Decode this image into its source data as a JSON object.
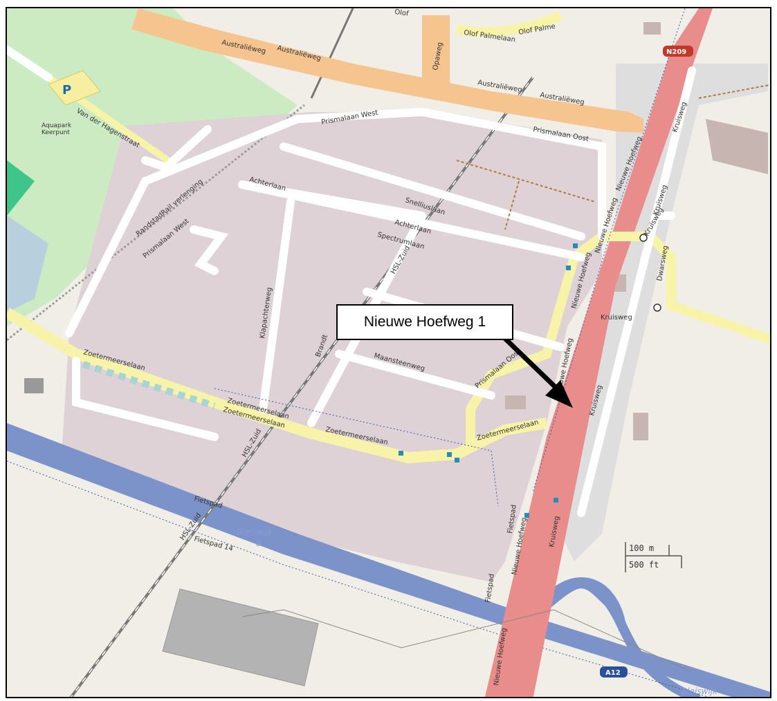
{
  "callout": {
    "label": "Nieuwe Hoefweg 1"
  },
  "scale": {
    "metric": "100 m",
    "imperial": "500 ft"
  },
  "shields": {
    "n209": "N209",
    "a12": "A12"
  },
  "poi": {
    "parking": "P",
    "aquapark_line1": "Aquapark",
    "aquapark_line2": "Keerpunt"
  },
  "water": {
    "bleiswijk_8_line1": "Bleiswijk",
    "bleiswijk_8_line2": "8",
    "bleiswijk": "Bleiswijk"
  },
  "streets": {
    "australieweg": "Australiëweg",
    "olof_palmelaan": "Olof Palmelaan",
    "olof": "Olof",
    "olof_palme": "Olof Palme",
    "opaweg": "Opaweg",
    "prismalaan_west": "Prismalaan West",
    "prismalaan_oost": "Prismalaan Oost",
    "van_der_hagenstraat": "Van der Hagenstraat",
    "randstadrail": "RandstadRail verlenging",
    "achterlaan": "Achterlaan",
    "snelliuslaan": "Snelliuslaan",
    "spectrumlaan": "Spectrumlaan",
    "klapachterweg": "Klapachterweg",
    "hsl_zuid": "HSL-Zuid",
    "brandt": "Brandt",
    "maansteenweg": "Maansteenweg",
    "zoetermeerselaan": "Zoetermeerselaan",
    "fietspad": "Fietspad",
    "fietspad_14": "Fietspad 14",
    "nieuwe_hoefweg": "Nieuwe Hoefweg",
    "kruisweg": "Kruisweg",
    "dwarsweg": "Dwarsweg"
  },
  "colors": {
    "background": "#f1eee8",
    "industrial": "#dfd2d6",
    "park": "#cdebc2",
    "forest": "#3fc48a",
    "residential_grey": "#dedede",
    "primary_road": "#f6c48e",
    "secondary_road": "#f7f3a8",
    "trunk_road": "#e88c8c",
    "motorway": "#7b93c9",
    "building": "#c6b5b0",
    "water": "#b8d0de"
  }
}
